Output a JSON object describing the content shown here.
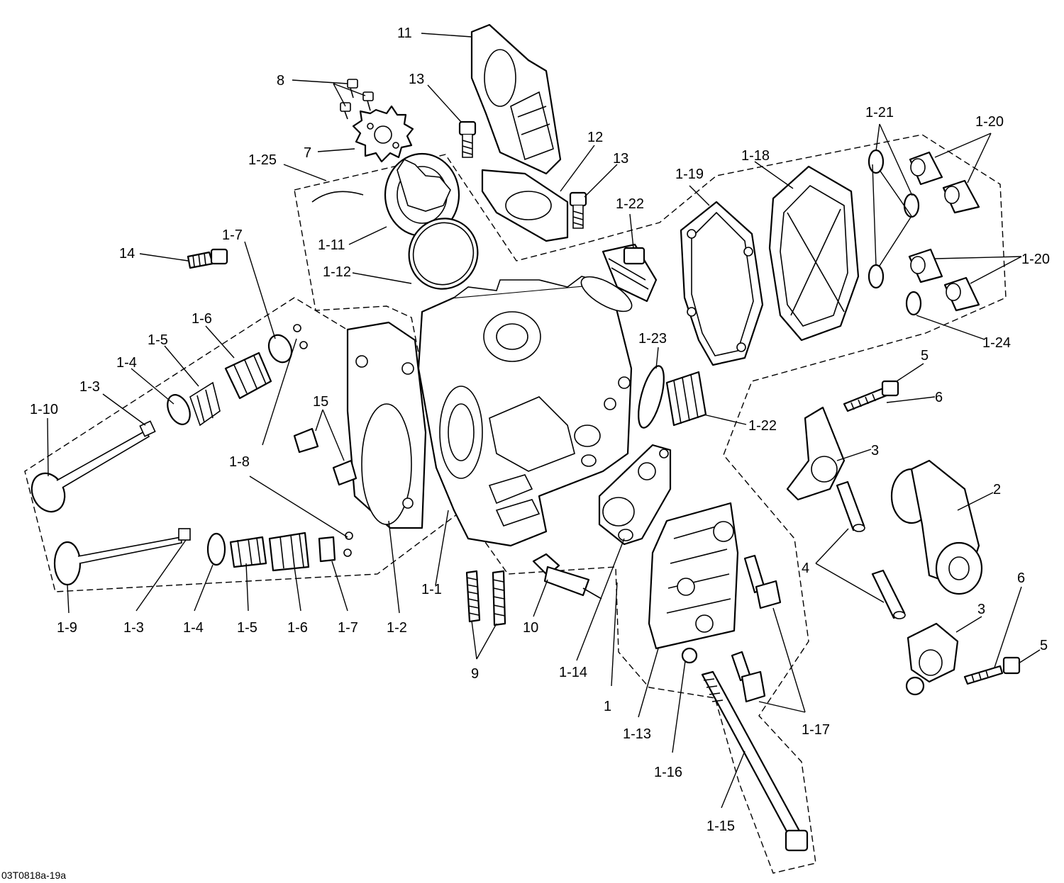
{
  "diagram": {
    "reference_code": "03T0818a-19a",
    "callouts": [
      {
        "id": "c-11",
        "text": "11"
      },
      {
        "id": "c-8",
        "text": "8"
      },
      {
        "id": "c-13a",
        "text": "13"
      },
      {
        "id": "c-7",
        "text": "7"
      },
      {
        "id": "c-12",
        "text": "12"
      },
      {
        "id": "c-13b",
        "text": "13"
      },
      {
        "id": "c-1-25",
        "text": "1-25"
      },
      {
        "id": "c-1-11",
        "text": "1-11"
      },
      {
        "id": "c-1-12",
        "text": "1-12"
      },
      {
        "id": "c-14",
        "text": "14"
      },
      {
        "id": "c-1-7a",
        "text": "1-7"
      },
      {
        "id": "c-1-6a",
        "text": "1-6"
      },
      {
        "id": "c-1-5a",
        "text": "1-5"
      },
      {
        "id": "c-1-4a",
        "text": "1-4"
      },
      {
        "id": "c-1-3a",
        "text": "1-3"
      },
      {
        "id": "c-1-10",
        "text": "1-10"
      },
      {
        "id": "c-15",
        "text": "15"
      },
      {
        "id": "c-1-8",
        "text": "1-8"
      },
      {
        "id": "c-1-19",
        "text": "1-19"
      },
      {
        "id": "c-1-18",
        "text": "1-18"
      },
      {
        "id": "c-1-22a",
        "text": "1-22"
      },
      {
        "id": "c-1-21",
        "text": "1-21"
      },
      {
        "id": "c-1-20a",
        "text": "1-20"
      },
      {
        "id": "c-1-20b",
        "text": "1-20"
      },
      {
        "id": "c-1-24",
        "text": "1-24"
      },
      {
        "id": "c-1-23",
        "text": "1-23"
      },
      {
        "id": "c-5a",
        "text": "5"
      },
      {
        "id": "c-6a",
        "text": "6"
      },
      {
        "id": "c-1-22b",
        "text": "1-22"
      },
      {
        "id": "c-3a",
        "text": "3"
      },
      {
        "id": "c-2",
        "text": "2"
      },
      {
        "id": "c-4",
        "text": "4"
      },
      {
        "id": "c-6b",
        "text": "6"
      },
      {
        "id": "c-3b",
        "text": "3"
      },
      {
        "id": "c-5b",
        "text": "5"
      },
      {
        "id": "c-1-1",
        "text": "1-1"
      },
      {
        "id": "c-1-2",
        "text": "1-2"
      },
      {
        "id": "c-1-9",
        "text": "1-9"
      },
      {
        "id": "c-1-3b",
        "text": "1-3"
      },
      {
        "id": "c-1-4b",
        "text": "1-4"
      },
      {
        "id": "c-1-5b",
        "text": "1-5"
      },
      {
        "id": "c-1-6b",
        "text": "1-6"
      },
      {
        "id": "c-1-7b",
        "text": "1-7"
      },
      {
        "id": "c-9",
        "text": "9"
      },
      {
        "id": "c-10",
        "text": "10"
      },
      {
        "id": "c-1-14",
        "text": "1-14"
      },
      {
        "id": "c-1",
        "text": "1"
      },
      {
        "id": "c-1-13",
        "text": "1-13"
      },
      {
        "id": "c-1-16",
        "text": "1-16"
      },
      {
        "id": "c-1-17",
        "text": "1-17"
      },
      {
        "id": "c-1-15",
        "text": "1-15"
      }
    ]
  }
}
